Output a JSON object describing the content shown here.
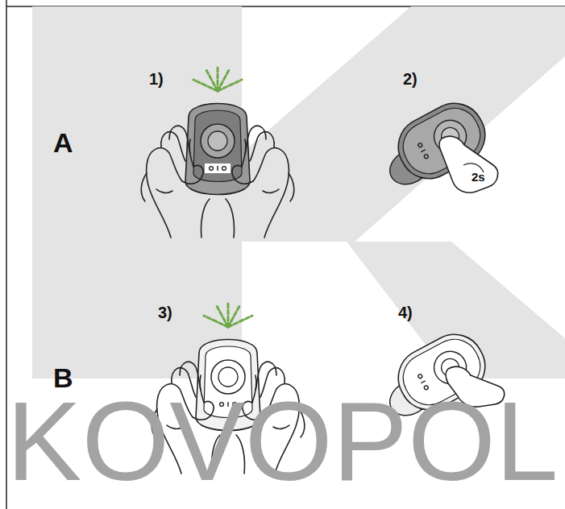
{
  "diagram": {
    "labels": [
      "A",
      "1)",
      "2)",
      "B",
      "3)",
      "4)",
      "2s",
      "KOVOPOL"
    ]
  }
}
